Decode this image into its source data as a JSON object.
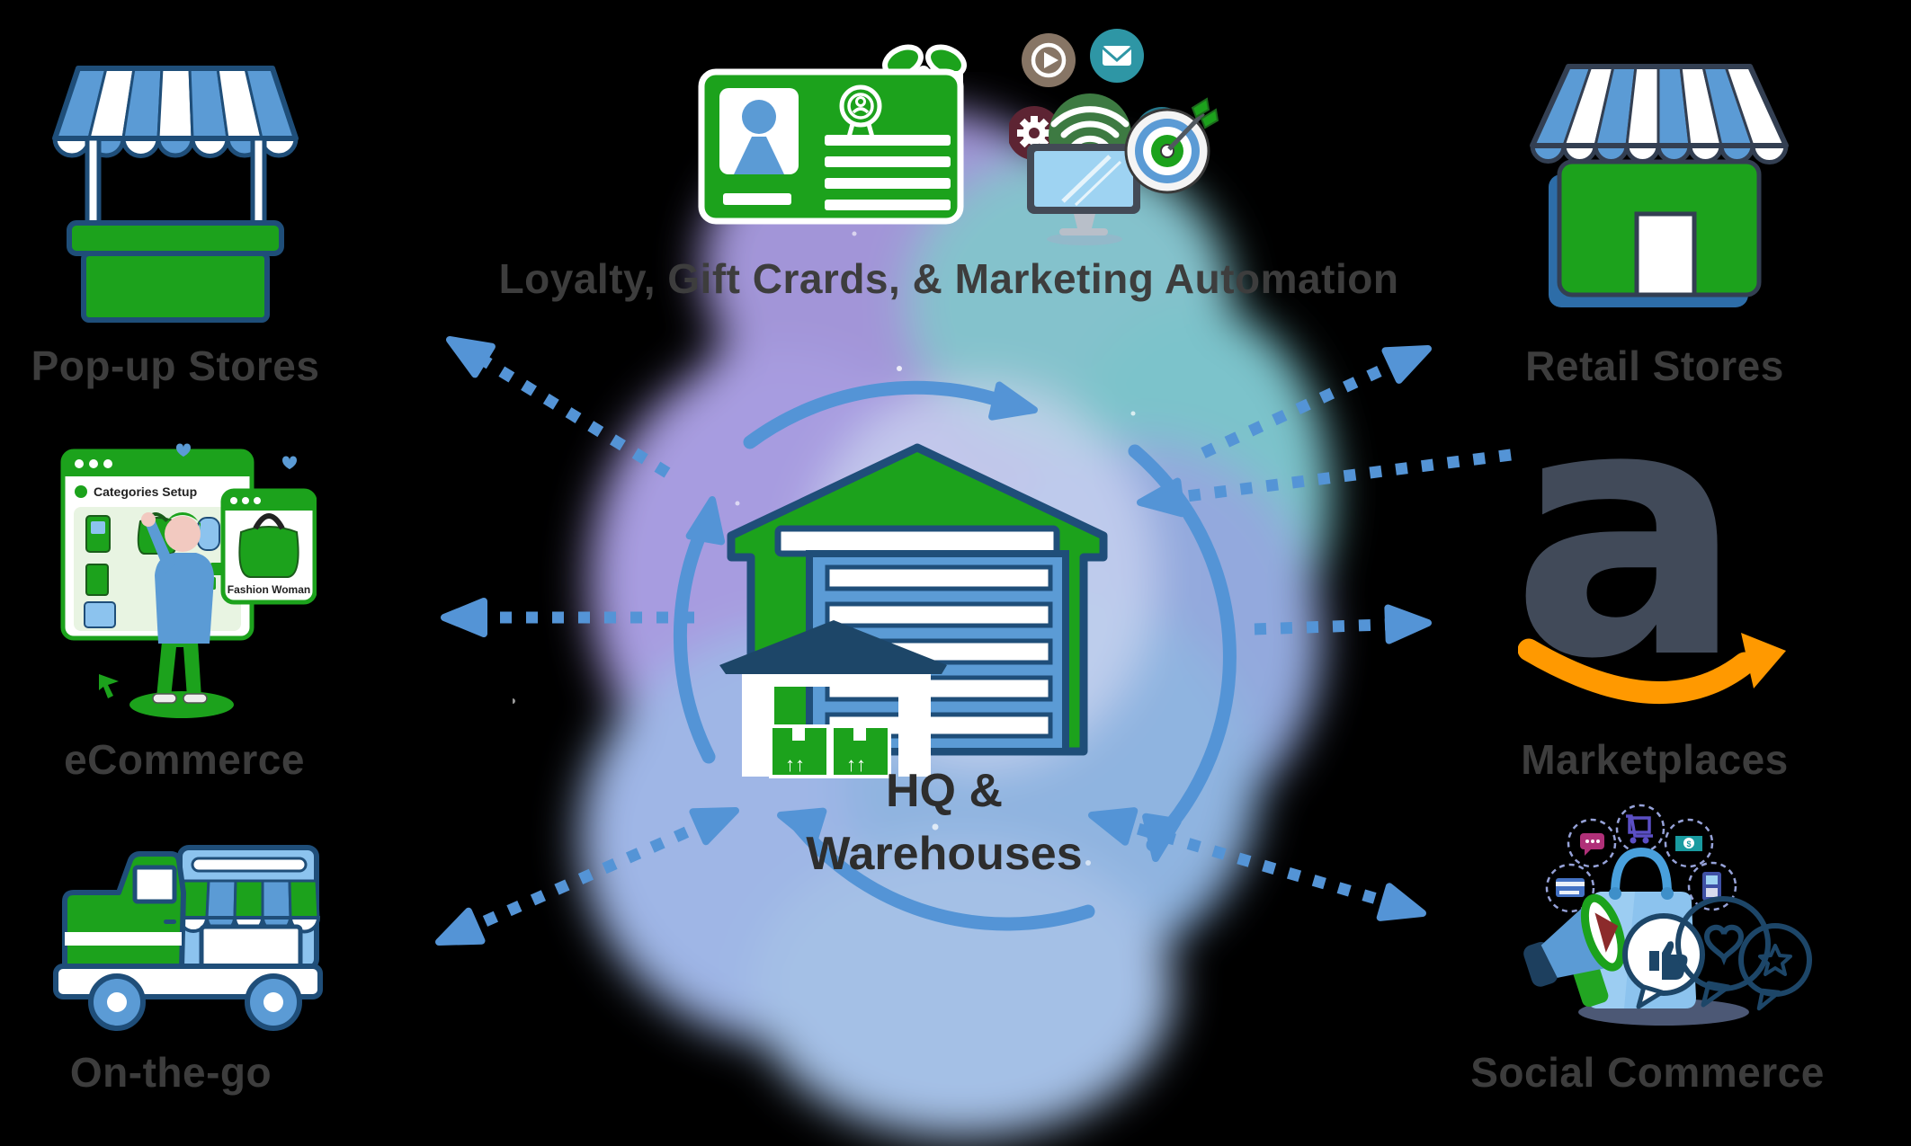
{
  "title": "Loyalty, Gift Crards, & Marketing Automation",
  "center": {
    "line1": "HQ &",
    "line2": "Warehouses"
  },
  "channels": {
    "popup": {
      "label": "Pop-up Stores"
    },
    "ecommerce": {
      "label": "eCommerce"
    },
    "onthego": {
      "label": "On-the-go"
    },
    "retail": {
      "label": "Retail Stores"
    },
    "marketplaces": {
      "label": "Marketplaces"
    },
    "social": {
      "label": "Social Commerce"
    }
  },
  "ecommerce_window": {
    "title": "Categories Setup",
    "popup_label": "Fashion Woman"
  },
  "icons": {
    "center": "warehouse-icon",
    "popup": "market-stall-icon",
    "ecommerce": "categories-setup-illustration",
    "onthego": "food-truck-icon",
    "retail": "storefront-icon",
    "marketplaces": "amazon-logo",
    "social": "social-commerce-illustration",
    "loyalty": "loyalty-card-icon",
    "marketing_cluster": [
      "play-icon",
      "email-icon",
      "gear-icon",
      "wifi-icon",
      "display-icon",
      "desktop-monitor-icon",
      "target-dart-icon"
    ],
    "arrows": {
      "spokes": "dotted-sync-arrows",
      "center": "rotation-arrows"
    }
  },
  "colors": {
    "green": "#1ca21c",
    "blue": "#5b9bd5",
    "lightblue": "#8cc3ee",
    "navy": "#1f4e79",
    "deepnavy": "#1d4668",
    "arrow": "#5494d6",
    "textdark": "#3d3d3d",
    "amazondark": "#414a59",
    "orange": "#ff9900",
    "maroon": "#5d2433",
    "taupe": "#877565",
    "teal": "#2e96a5",
    "forest": "#3d7a42",
    "magenta": "#b03078",
    "violet": "#5b4fc4",
    "splashpurple": "#a096d8",
    "splashblue": "#8fb4e0",
    "splashteal": "#84c2cc",
    "splashsteel": "#a4c0e6"
  }
}
